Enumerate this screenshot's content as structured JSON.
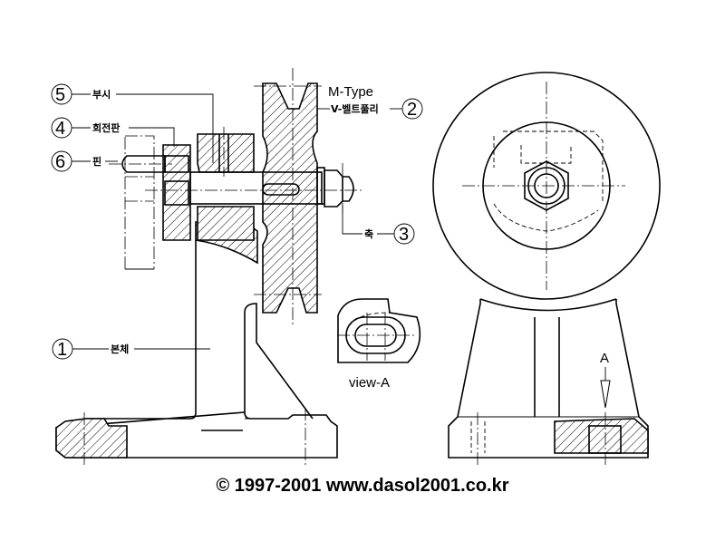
{
  "drawing": {
    "parts": [
      {
        "number": "1",
        "label": "본체"
      },
      {
        "number": "2",
        "label": "V-벨트풀리"
      },
      {
        "number": "3",
        "label": "축"
      },
      {
        "number": "4",
        "label": "회전판"
      },
      {
        "number": "5",
        "label": "부시"
      },
      {
        "number": "6",
        "label": "핀"
      }
    ],
    "pulley_type": "M-Type",
    "view_label": "view-A",
    "arrow_label": "A",
    "copyright": "© 1997-2001 www.dasol2001.co.kr"
  }
}
